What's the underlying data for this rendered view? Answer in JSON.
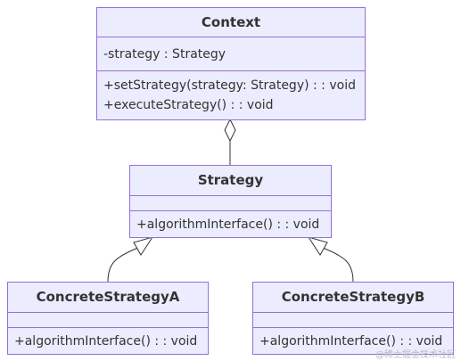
{
  "classes": {
    "context": {
      "name": "Context",
      "attributes": [
        "-strategy : Strategy"
      ],
      "methods": [
        "+setStrategy(strategy: Strategy) : : void",
        "+executeStrategy() : : void"
      ]
    },
    "strategy": {
      "name": "Strategy",
      "attributes": [],
      "methods": [
        "+algorithmInterface() : : void"
      ]
    },
    "concrete_a": {
      "name": "ConcreteStrategyA",
      "attributes": [],
      "methods": [
        "+algorithmInterface() : : void"
      ]
    },
    "concrete_b": {
      "name": "ConcreteStrategyB",
      "attributes": [],
      "methods": [
        "+algorithmInterface() : : void"
      ]
    }
  },
  "relations": [
    {
      "from": "context",
      "to": "strategy",
      "kind": "aggregation"
    },
    {
      "from": "concrete_a",
      "to": "strategy",
      "kind": "inheritance"
    },
    {
      "from": "concrete_b",
      "to": "strategy",
      "kind": "inheritance"
    }
  ],
  "colors": {
    "fill": "#ECECFF",
    "stroke": "#9370DB",
    "text": "#333333",
    "edge": "#333333"
  },
  "watermark": "@稀土掘金技术社区"
}
